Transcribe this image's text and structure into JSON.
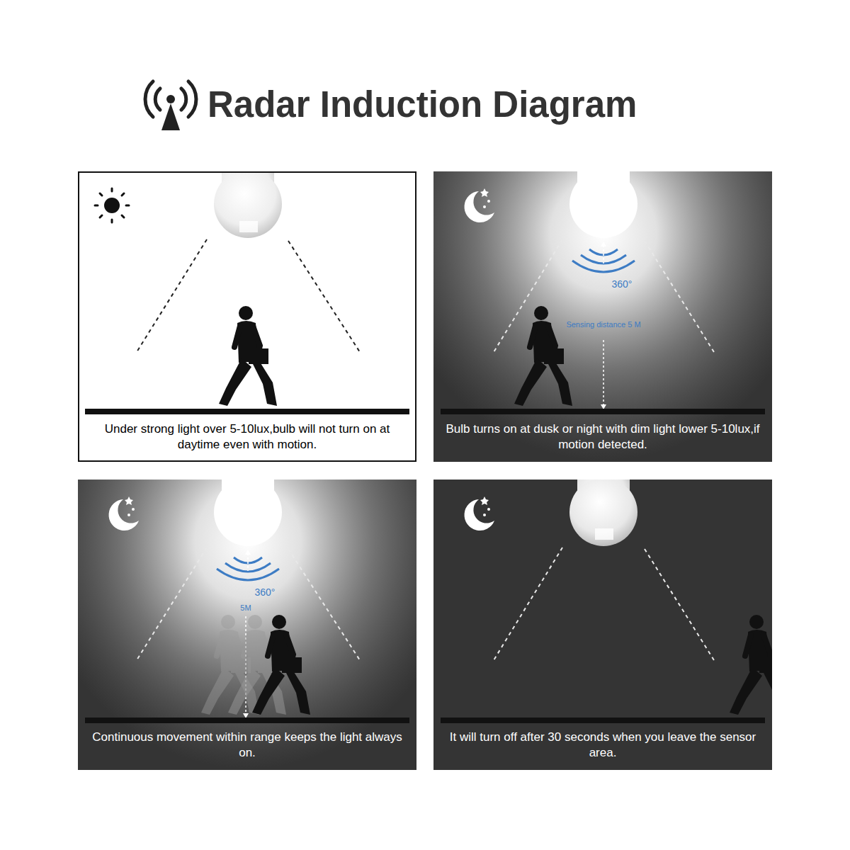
{
  "diagram": {
    "title": "Radar Induction Diagram",
    "nodes": [
      {
        "text": [
          "Under strong light over 5-10lux,bulb will not turn on at daytime even with motion."
        ]
      },
      {
        "text": [
          "Bulb turns on at dusk or night with dim light lower 5-10lux,if motion detected."
        ]
      },
      {
        "text": [
          "Continuous movement within range keeps the light always on."
        ]
      },
      {
        "text": [
          "It will turn off after 30 seconds when you leave the sensor area."
        ]
      }
    ],
    "labels": [
      "360°",
      "Sensing distance 5 M",
      "360°",
      "5M"
    ]
  }
}
